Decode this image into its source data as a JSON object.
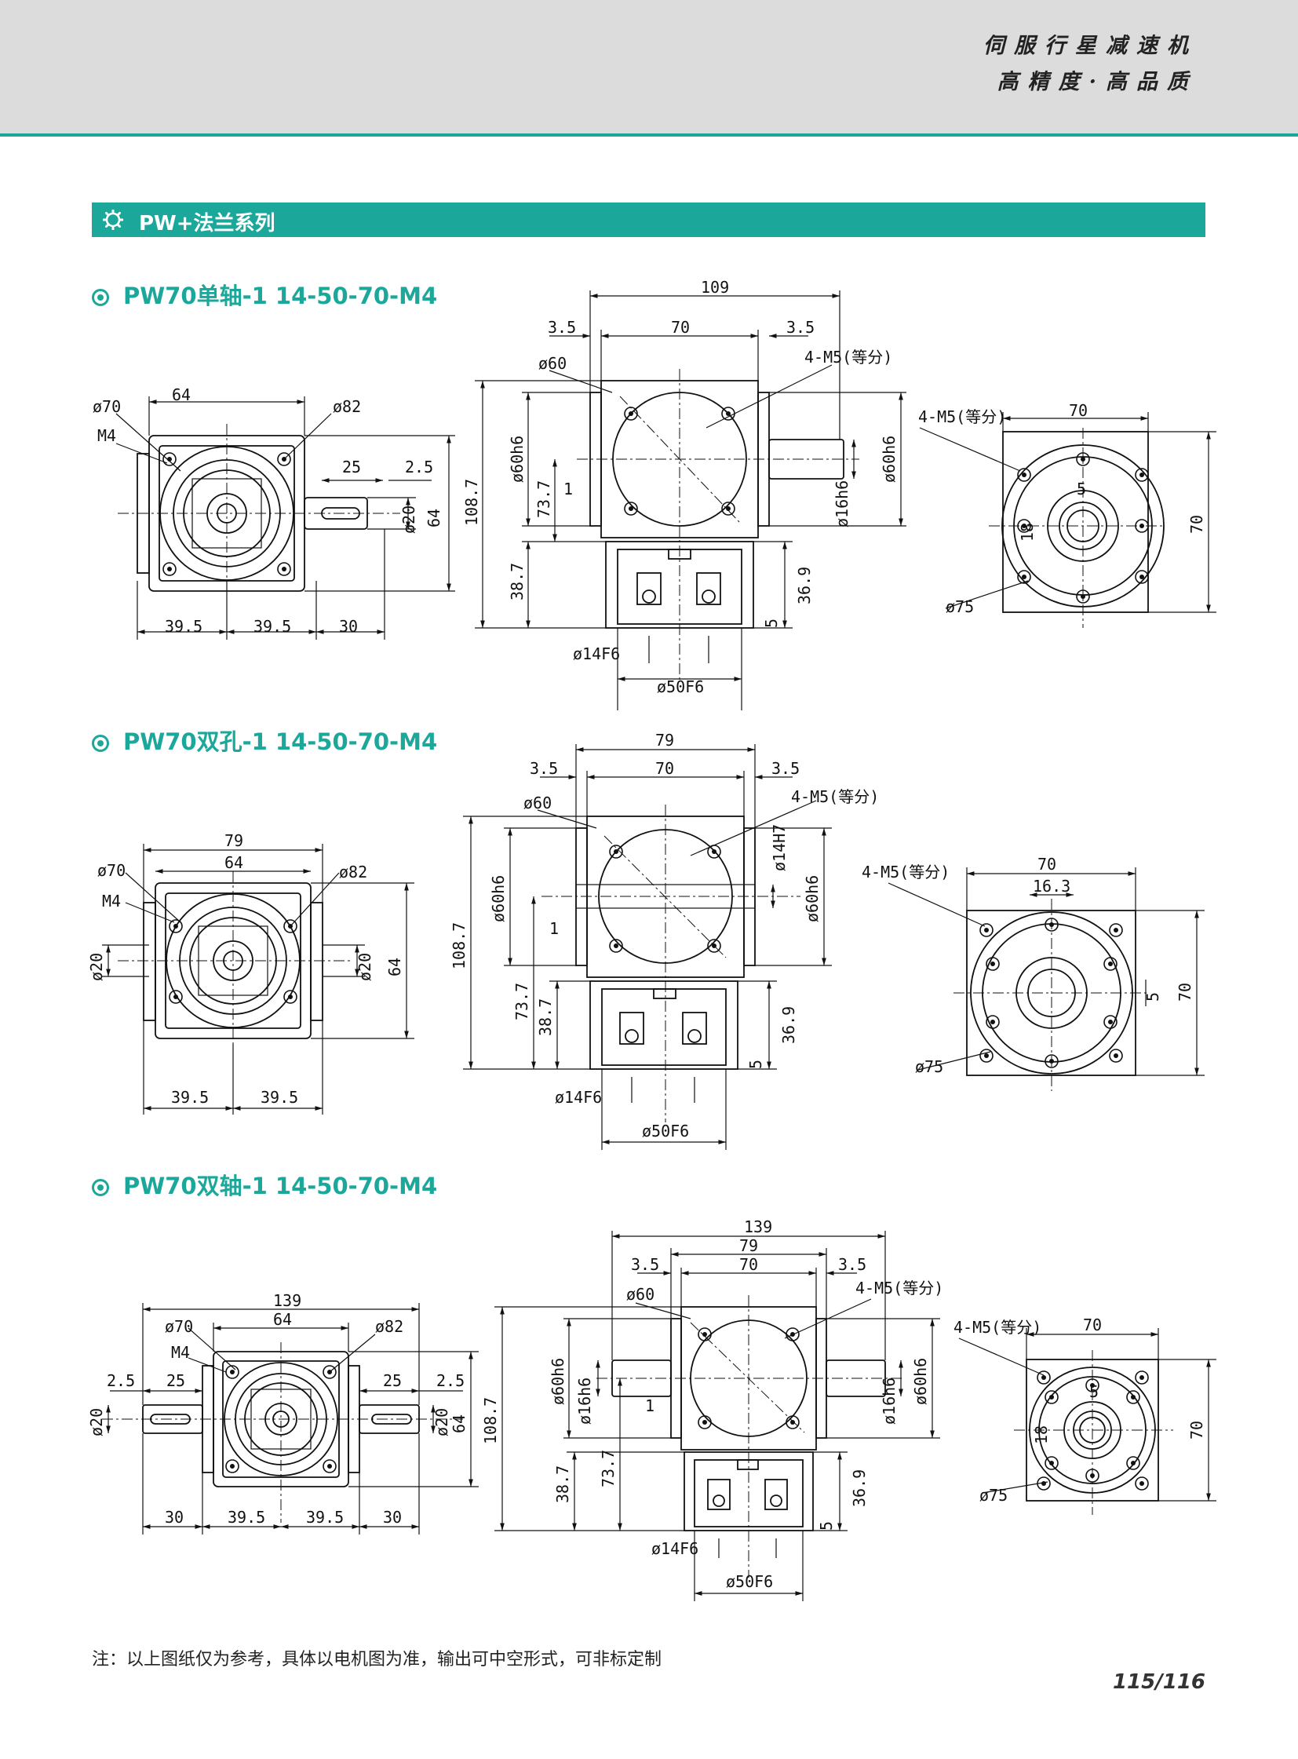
{
  "header": {
    "tagline_1": "伺服行星减速机",
    "tagline_2": "高精度·高品质"
  },
  "banner": {
    "title": "PW+法兰系列",
    "icon": "gear-icon"
  },
  "sections": [
    {
      "title": "PW70单轴-1 14-50-70-M4"
    },
    {
      "title": "PW70双孔-1 14-50-70-M4"
    },
    {
      "title": "PW70双轴-1 14-50-70-M4"
    }
  ],
  "dims": {
    "s1": {
      "front": {
        "d70": "ø70",
        "m4": "M4",
        "w64": "64",
        "d82": "ø82",
        "l25": "25",
        "l25b": "2.5",
        "d20": "ø20",
        "h64": "64",
        "b395a": "39.5",
        "b395b": "39.5",
        "b30": "30"
      },
      "side": {
        "w109": "109",
        "l35a": "3.5",
        "w70": "70",
        "l35b": "3.5",
        "d60": "ø60",
        "m5": "4-M5(等分)",
        "d60h6a": "ø60h6",
        "h737": "73.7",
        "one": "1",
        "h1087": "108.7",
        "d16h6": "ø16h6",
        "d60h6b": "ø60h6",
        "h387": "38.7",
        "h369": "36.9",
        "five": "5",
        "d14f6": "ø14F6",
        "d50f6": "ø50F6"
      },
      "end": {
        "m5": "4-M5(等分)",
        "w70": "70",
        "five": "5",
        "eighteen": "18",
        "h70": "70",
        "d75": "ø75"
      }
    },
    "s2": {
      "front": {
        "w79": "79",
        "w64": "64",
        "d70": "ø70",
        "d82": "ø82",
        "m4": "M4",
        "d20a": "ø20",
        "d20b": "ø20",
        "h64": "64",
        "b395a": "39.5",
        "b395b": "39.5"
      },
      "side": {
        "w79": "79",
        "l35a": "3.5",
        "w70": "70",
        "l35b": "3.5",
        "d60": "ø60",
        "m5": "4-M5(等分)",
        "d14h7": "ø14H7",
        "d60h6a": "ø60h6",
        "d60h6b": "ø60h6",
        "h1087": "108.7",
        "one": "1",
        "h737": "73.7",
        "h387": "38.7",
        "h369": "36.9",
        "five": "5",
        "d14f6": "ø14F6",
        "d50f6": "ø50F6"
      },
      "end": {
        "m5": "4-M5(等分)",
        "w70": "70",
        "w163": "16.3",
        "five": "5",
        "h70": "70",
        "d75": "ø75"
      }
    },
    "s3": {
      "front": {
        "w139": "139",
        "w64": "64",
        "d70": "ø70",
        "d82": "ø82",
        "m4": "M4",
        "l25a": "2.5",
        "l25b": "25",
        "l25c": "25",
        "l25d": "2.5",
        "d20a": "ø20",
        "d20b": "ø20",
        "h64": "64",
        "b30a": "30",
        "b395a": "39.5",
        "b395b": "39.5",
        "b30b": "30"
      },
      "side": {
        "w139": "139",
        "w79": "79",
        "l35a": "3.5",
        "w70": "70",
        "l35b": "3.5",
        "d60": "ø60",
        "m5": "4-M5(等分)",
        "d60h6a": "ø60h6",
        "d16h6a": "ø16h6",
        "one": "1",
        "d16h6b": "ø16h6",
        "d60h6b": "ø60h6",
        "h1087": "108.7",
        "h387": "38.7",
        "h737": "73.7",
        "h369": "36.9",
        "five": "5",
        "d14f6": "ø14F6",
        "d50f6": "ø50F6"
      },
      "end": {
        "m5": "4-M5(等分)",
        "w70": "70",
        "five": "5",
        "eighteen": "18",
        "h70": "70",
        "d75": "ø75"
      }
    }
  },
  "footer": {
    "note": "注：以上图纸仅为参考，具体以电机图为准，输出可中空形式，可非标定制",
    "page": "115/116"
  }
}
